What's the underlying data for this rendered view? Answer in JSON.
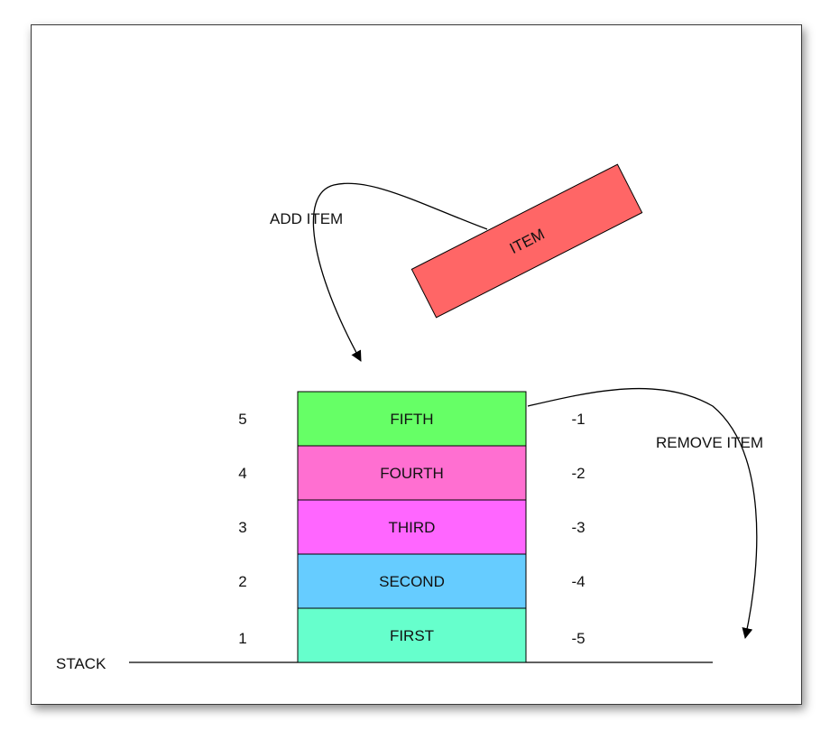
{
  "stack_label": "STACK",
  "incoming_item": {
    "label": "ITEM",
    "color": "#ff6666"
  },
  "add_label": "ADD ITEM",
  "remove_label": "REMOVE ITEM",
  "blocks": [
    {
      "label": "FIFTH",
      "index": "5",
      "neg_index": "-1",
      "color": "#66ff66"
    },
    {
      "label": "FOURTH",
      "index": "4",
      "neg_index": "-2",
      "color": "#ff6fd1"
    },
    {
      "label": "THIRD",
      "index": "3",
      "neg_index": "-3",
      "color": "#ff66ff"
    },
    {
      "label": "SECOND",
      "index": "2",
      "neg_index": "-4",
      "color": "#66ccff"
    },
    {
      "label": "FIRST",
      "index": "1",
      "neg_index": "-5",
      "color": "#66ffcc"
    }
  ]
}
